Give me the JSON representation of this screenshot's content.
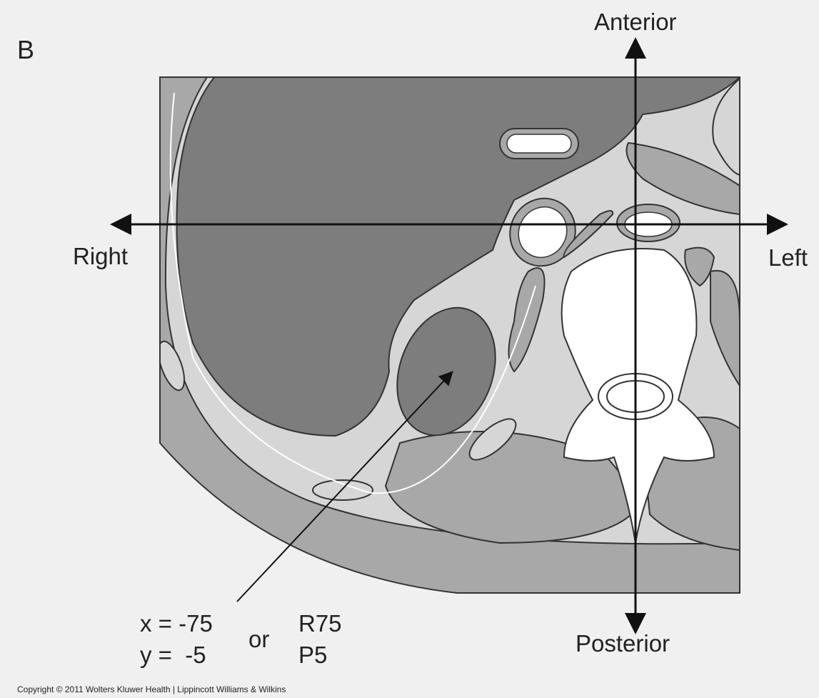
{
  "panel_label": "B",
  "axes": {
    "anterior": "Anterior",
    "posterior": "Posterior",
    "right": "Right",
    "left": "Left"
  },
  "coordinate_example": {
    "x_line": "x = -75",
    "y_line": "y =  -5",
    "conjunction": "or",
    "alt_x": "R75",
    "alt_y": "P5"
  },
  "copyright": "Copyright © 2011 Wolters Kluwer Health | Lippincott Williams & Wilkins",
  "colors": {
    "background": "#f0f0f0",
    "dark_tissue": "#7d7d7d",
    "mid_tissue": "#a8a8a8",
    "light_tissue": "#d6d6d6",
    "bone": "#ffffff",
    "outline": "#333333"
  }
}
